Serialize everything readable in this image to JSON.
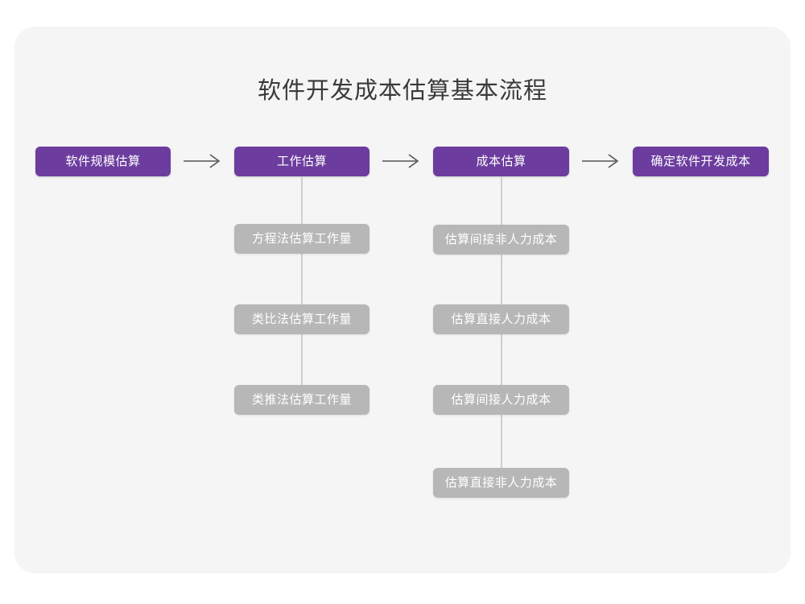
{
  "title": "软件开发成本估算基本流程",
  "theme": {
    "page_background": "#ffffff",
    "card_background": "#f5f5f5",
    "primary_node_color": "#6c3d9e",
    "secondary_node_color": "#b7b7b7",
    "connector_color": "#cfcfcf",
    "arrow_color": "#555555",
    "title_color": "#3a3a3a",
    "node_text_color": "#ffffff"
  },
  "flow": {
    "stages": [
      {
        "id": "stage-1",
        "label": "软件规模估算",
        "substeps": []
      },
      {
        "id": "stage-2",
        "label": "工作估算",
        "substeps": [
          "方程法估算工作量",
          "类比法估算工作量",
          "类推法估算工作量"
        ]
      },
      {
        "id": "stage-3",
        "label": "成本估算",
        "substeps": [
          "估算间接非人力成本",
          "估算直接人力成本",
          "估算间接人力成本",
          "估算直接非人力成本"
        ]
      },
      {
        "id": "stage-4",
        "label": "确定软件开发成本",
        "substeps": []
      }
    ],
    "connectors": [
      {
        "from": "stage-1",
        "to": "stage-2",
        "type": "arrow-right"
      },
      {
        "from": "stage-2",
        "to": "stage-3",
        "type": "arrow-right"
      },
      {
        "from": "stage-3",
        "to": "stage-4",
        "type": "arrow-right"
      }
    ]
  }
}
